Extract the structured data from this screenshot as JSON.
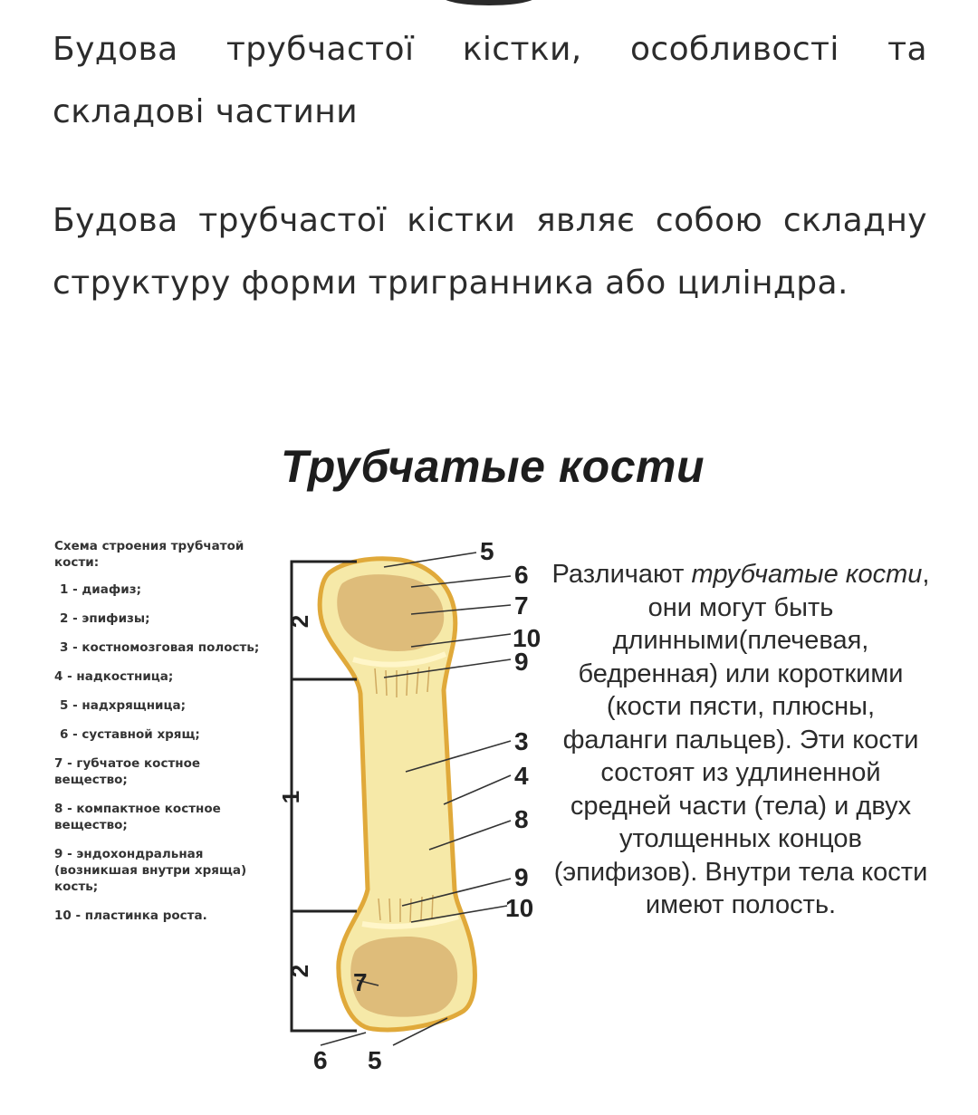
{
  "article": {
    "heading": "Будова трубчастої кістки, особливості та складові частини",
    "intro": "Будова трубчастої кістки являє собою складну структуру форми тригранника або циліндра."
  },
  "figure": {
    "title": "Трубчатые кости",
    "legend": {
      "title": "Схема строения трубчатой кости:",
      "items": [
        "1 - диафиз;",
        "2 - эпифизы;",
        "3 - костномозговая полость;",
        "4 - надкостница;",
        "5 - надхрящница;",
        "6 - суставной хрящ;",
        "7 - губчатое костное вещество;",
        "8 - компактное костное вещество;",
        "9 - эндохондральная (возникшая внутри хряща) кость;",
        "10 - пластинка роста."
      ]
    },
    "description": {
      "part1": "Различают ",
      "emphasis": "трубчатые кости",
      "part2": ", они могут быть длинными(плечевая, бедренная) или короткими (кости пясти, плюсны, фаланги пальцев). Эти кости состоят из удлиненной средней части (тела) и двух утолщенных концов (эпифизов). Внутри тела кости имеют полость."
    },
    "diagram_labels": {
      "l5_top": "5",
      "l6_top": "6",
      "l7_top": "7",
      "l10_top": "10",
      "l9_top": "9",
      "l3": "3",
      "l4": "4",
      "l8": "8",
      "l9_bottom": "9",
      "l10_bottom": "10",
      "l7_bottom": "7",
      "l6_bottom": "6",
      "l5_bottom": "5",
      "bracket_top": "2",
      "bracket_middle": "1",
      "bracket_bottom": "2"
    },
    "colors": {
      "bone_fill": "#f6e9a8",
      "bone_outline": "#e0a93a",
      "epiphysis": "#d9b472",
      "cartilage_edge": "#f0c870"
    }
  }
}
